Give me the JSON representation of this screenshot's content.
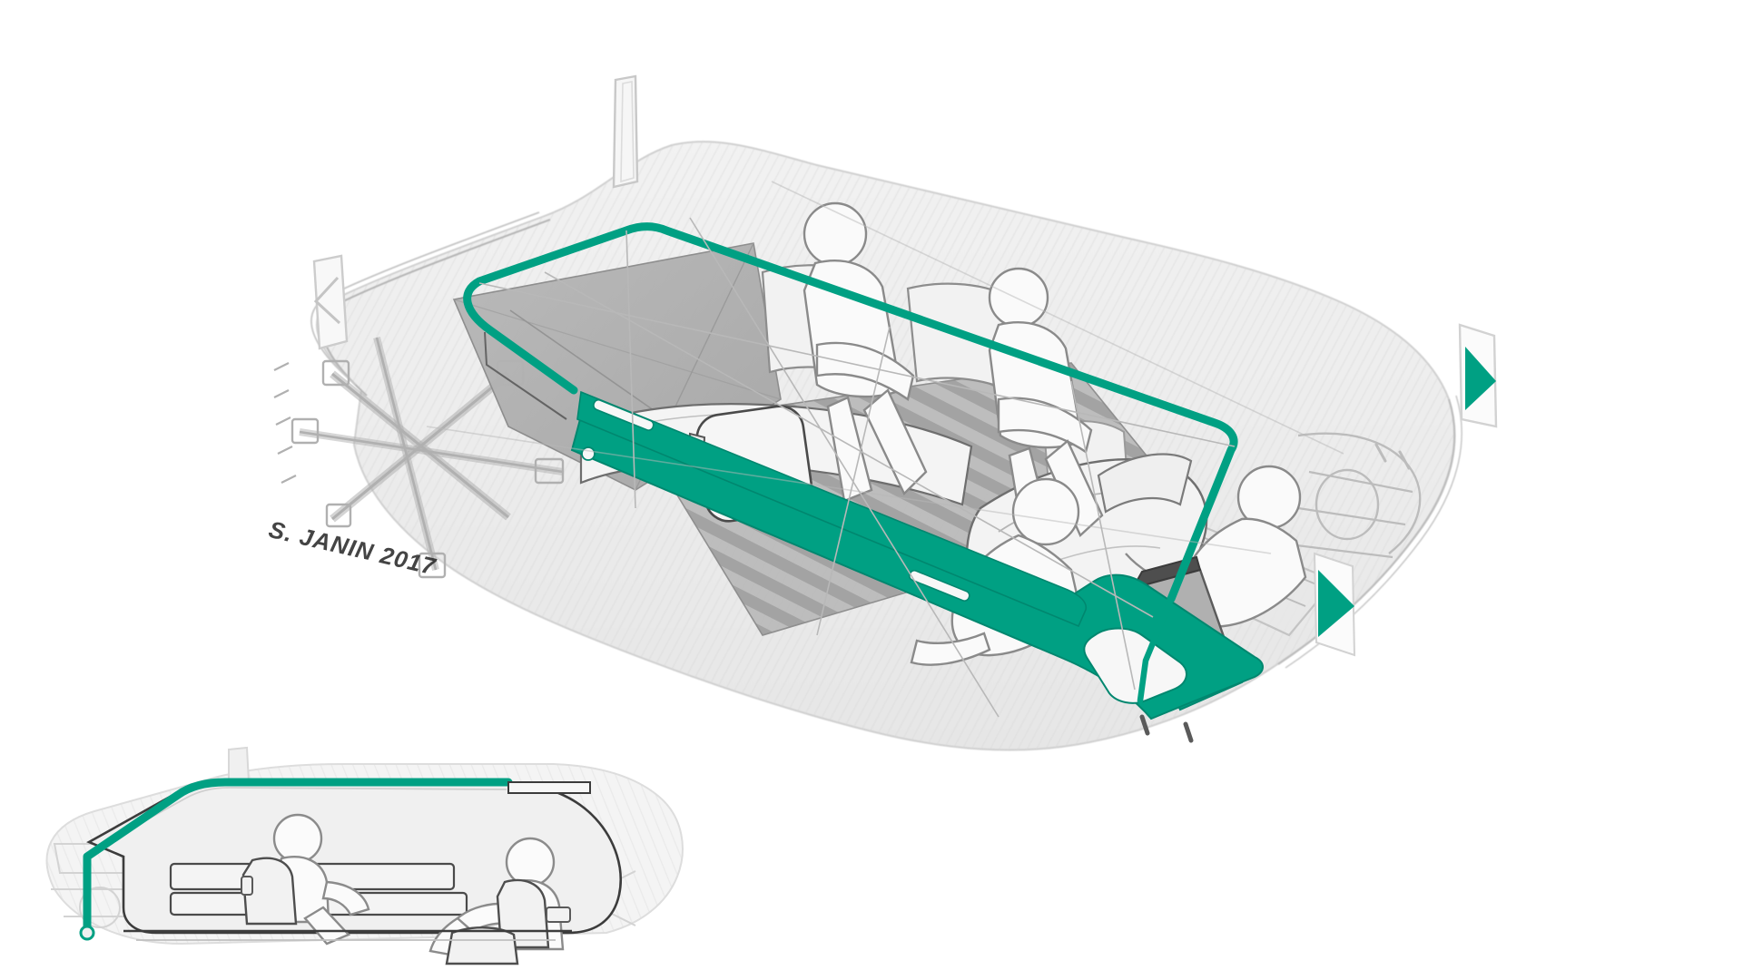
{
  "artwork": {
    "title": "Automotive interior concept sketch",
    "subject": "Autonomous people-mover cabin cutaway",
    "medium": "pencil sketch with digital grey wash and teal accent",
    "background_color": "#ffffff",
    "signature": "S. JANIN 2017",
    "signature_author": "S. JANIN",
    "signature_year": "2017"
  },
  "palette": {
    "paper": "#ffffff",
    "accent_teal": "#00a083",
    "accent_teal_dark": "#008d72",
    "glass_grey": "#b4b4b4",
    "floor_grey": "#9e9e9e",
    "floor_grey_light": "#c9c9c9",
    "body_wash": "#efefef",
    "body_wash_2": "#e4e4e4",
    "pencil_line": "#5a5a5a",
    "pencil_light": "#b9b9b9",
    "pencil_faint": "#d6d6d6",
    "seat_fill": "#f4f4f4",
    "ink_dark": "#3a3a3a"
  },
  "views": {
    "main": {
      "name": "three-quarter cutaway perspective",
      "label": "main-perspective-view",
      "description": "Top-down three-quarter cutaway of a wide autonomous shuttle cabin showing a longitudinal bench, four seated occupants and a driver console.",
      "occupant_count": 4,
      "occupants": [
        {
          "id": "passenger-rear-left",
          "pose": "seated facing inward"
        },
        {
          "id": "passenger-rear-right",
          "pose": "seated facing inward"
        },
        {
          "id": "passenger-front-lounge",
          "pose": "reclined lounging"
        },
        {
          "id": "driver-occupant",
          "pose": "seated at console"
        }
      ],
      "features": [
        "teal cabin perimeter rail",
        "grey tinted glass canopy panel",
        "slatted cabin floor",
        "longitudinal bench seat with headrests",
        "driver console display with teal trim",
        "structural X-frame chassis at front",
        "rear bench seat row"
      ]
    },
    "elevation": {
      "name": "side elevation",
      "label": "side-elevation-view",
      "description": "Small side-profile study of the same cabin with two occupants, one upright on the bench and one reclined at the console.",
      "occupant_count": 2,
      "features": [
        "teal roofline and A-pillar highlight",
        "bench seat profile",
        "reclined driver posture",
        "roof antenna fin"
      ]
    }
  },
  "markers": {
    "fins": [
      {
        "id": "fin-top",
        "filled": false,
        "fill": "none",
        "glyph": "plain-fin"
      },
      {
        "id": "fin-left",
        "filled": false,
        "fill": "none",
        "glyph": "left-chevron"
      },
      {
        "id": "fin-right-upper",
        "filled": true,
        "fill": "#00a083",
        "glyph": "right-triangle"
      },
      {
        "id": "fin-right-lower",
        "filled": true,
        "fill": "#00a083",
        "glyph": "right-triangle"
      }
    ]
  }
}
